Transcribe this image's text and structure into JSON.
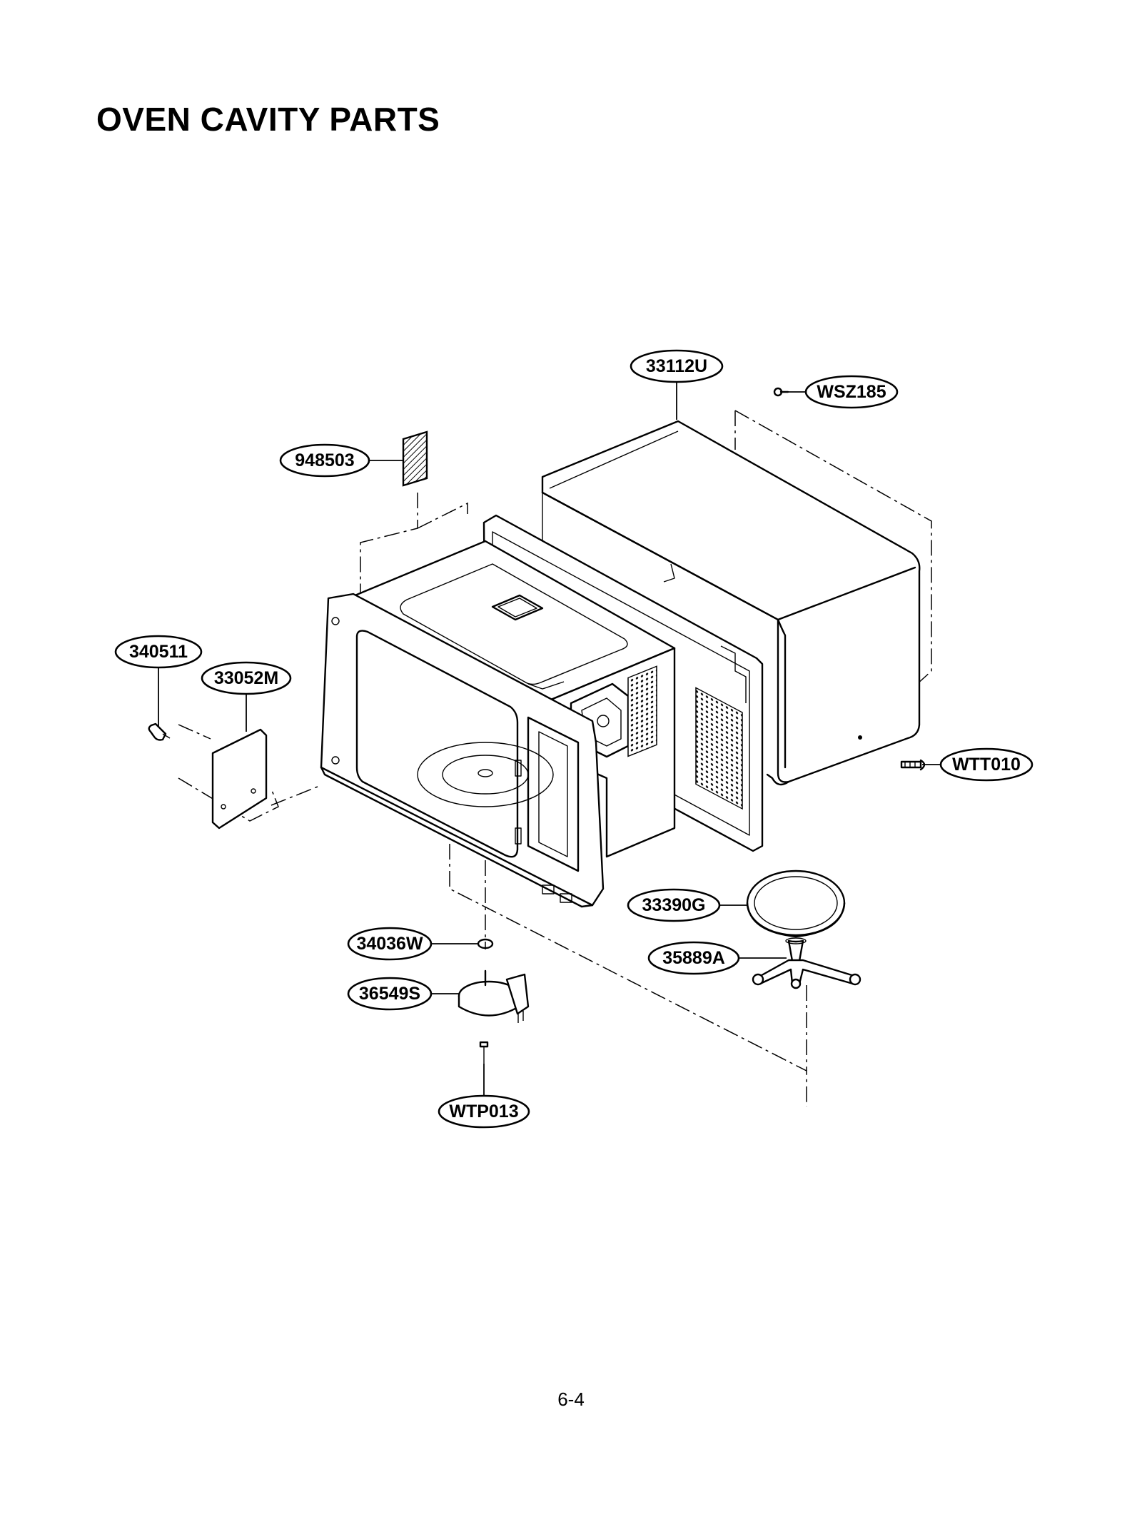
{
  "page": {
    "title": "OVEN CAVITY PARTS",
    "page_number": "6-4"
  },
  "parts": {
    "p33112U": "33112U",
    "pWSZ185": "WSZ185",
    "p948503": "948503",
    "p340511": "340511",
    "p33052M": "33052M",
    "pWTT010": "WTT010",
    "p33390G": "33390G",
    "p34036W": "34036W",
    "p35889A": "35889A",
    "p36549S": "36549S",
    "pWTP013": "WTP013"
  }
}
